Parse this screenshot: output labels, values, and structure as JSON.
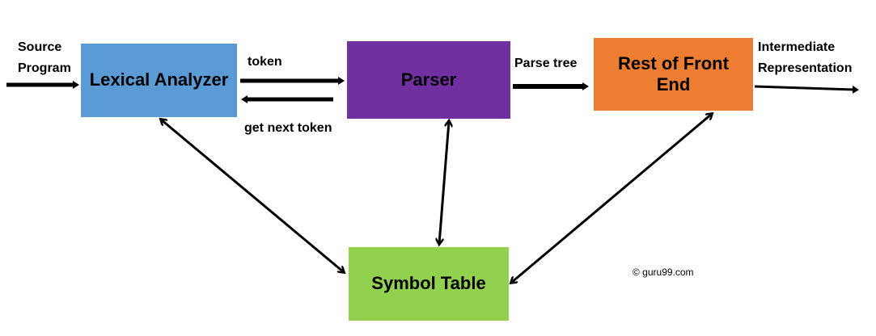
{
  "nodes": {
    "lexical_analyzer": {
      "label": "Lexical Analyzer",
      "color": "#5b9bd5"
    },
    "parser": {
      "label": "Parser",
      "color": "#7030a0"
    },
    "rest_of_front_end": {
      "label": "Rest of Front End",
      "color": "#ed7d31"
    },
    "symbol_table": {
      "label": "Symbol Table",
      "color": "#92d050"
    }
  },
  "edges": [
    {
      "from": "Source Program",
      "to": "Lexical Analyzer",
      "label_lines": [
        "Source",
        "Program"
      ]
    },
    {
      "from": "Lexical Analyzer",
      "to": "Parser",
      "label": "token"
    },
    {
      "from": "Parser",
      "to": "Lexical Analyzer",
      "label": "get next token"
    },
    {
      "from": "Parser",
      "to": "Rest of Front End",
      "label": "Parse tree"
    },
    {
      "from": "Rest of Front End",
      "to": "Intermediate Representation",
      "label_lines": [
        "Intermediate",
        "Representation"
      ]
    },
    {
      "from": "Lexical Analyzer",
      "to": "Symbol Table",
      "bidirectional": true
    },
    {
      "from": "Parser",
      "to": "Symbol Table",
      "bidirectional": true
    },
    {
      "from": "Rest of Front End",
      "to": "Symbol Table",
      "bidirectional": true
    }
  ],
  "labels": {
    "source_1": "Source",
    "source_2": "Program",
    "token": "token",
    "get_next_token": "get next token",
    "parse_tree": "Parse tree",
    "ir_1": "Intermediate",
    "ir_2": "Representation"
  },
  "copyright": "© guru99.com"
}
